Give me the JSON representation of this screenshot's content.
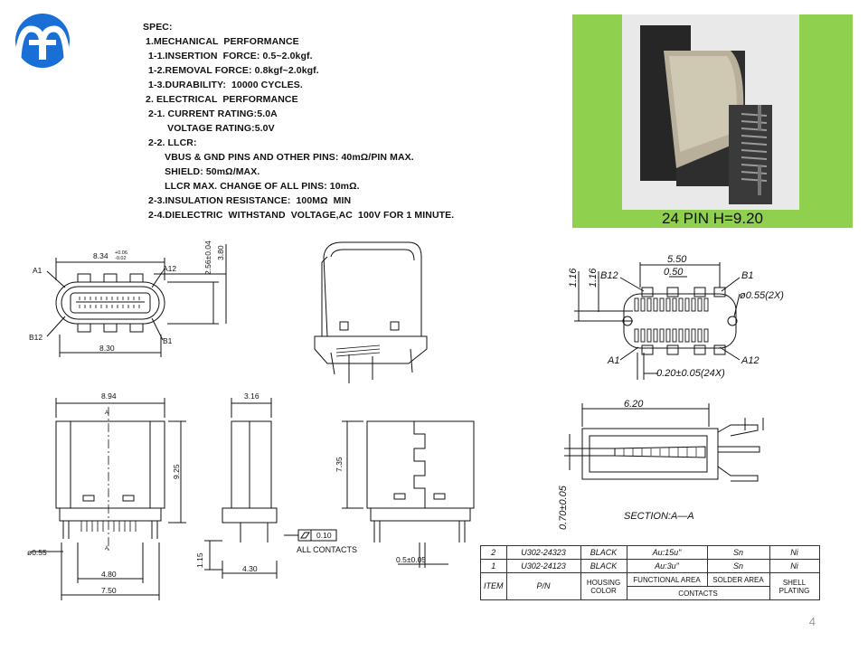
{
  "spec": {
    "lines": [
      "SPEC:",
      " 1.MECHANICAL  PERFORMANCE",
      "  1-1.INSERTION  FORCE: 0.5~2.0kgf.",
      "  1-2.REMOVAL FORCE: 0.8kgf~2.0kgf.",
      "  1-3.DURABILITY:  10000 CYCLES.",
      " 2. ELECTRICAL  PERFORMANCE",
      "  2-1. CURRENT RATING:5.0A",
      "         VOLTAGE RATING:5.0V",
      "  2-2. LLCR:",
      "        VBUS & GND PINS AND OTHER PINS: 40mΩ/PIN MAX.",
      "        SHIELD: 50mΩ/MAX.",
      "        LLCR MAX. CHANGE OF ALL PINS: 10mΩ.",
      "  2-3.INSULATION RESISTANCE:  100MΩ  MIN",
      "  2-4.DIELECTRIC  WITHSTAND  VOLTAGE,AC  100V FOR 1 MINUTE."
    ]
  },
  "photo_caption": "24 PIN H=9.20",
  "front_view": {
    "dim_width_top": "8.34",
    "dim_tol_plus": "+0.06",
    "dim_tol_minus": "-0.02",
    "dim_height_a": "2.56±0.04",
    "dim_height_b": "3.80",
    "dim_width_bottom": "8.30",
    "label_a1": "A1",
    "label_a12": "A12",
    "label_b12": "B12",
    "label_b1": "B1"
  },
  "footprint": {
    "dim_550": "5.50",
    "dim_050": "0.50",
    "dim_116a": "1.16",
    "dim_116b": "1.16",
    "dim_hole": "ø0.55(2X)",
    "dim_pitch": "0.20±0.05(24X)",
    "label_b12": "B12",
    "label_b1": "B1",
    "label_a1": "A1",
    "label_a12": "A12"
  },
  "side_view": {
    "dim_894": "8.94",
    "dim_925": "9.25",
    "dim_pin": "ø0.55",
    "dim_480": "4.80",
    "dim_750": "7.50",
    "section_mark": "A"
  },
  "end_view": {
    "dim_316": "3.16",
    "dim_115": "1.15",
    "dim_430": "4.30",
    "flatness": "0.10",
    "all_contacts": "ALL CONTACTS"
  },
  "back_view": {
    "dim_735": "7.35",
    "dim_05": "0.5±0.05"
  },
  "section": {
    "dim_620": "6.20",
    "dim_070": "0.70±0.05",
    "label": "SECTION:A—A"
  },
  "bom": {
    "rows": [
      {
        "item": "2",
        "pn": "U302-24323",
        "color": "BLACK",
        "functional": "Au:15u\"",
        "solder": "Sn",
        "plating": "Ni"
      },
      {
        "item": "1",
        "pn": "U302-24123",
        "color": "BLACK",
        "functional": "Au:3u\"",
        "solder": "Sn",
        "plating": "Ni"
      }
    ],
    "headers": {
      "item": "ITEM",
      "pn": "P/N",
      "housing1": "HOUSING",
      "housing2": "COLOR",
      "functional": "FUNCTIONAL AREA",
      "solder": "SOLDER AREA",
      "contacts": "CONTACTS",
      "shell1": "SHELL",
      "shell2": "PLATING"
    }
  },
  "page_number": "4",
  "colors": {
    "logo_blue": "#1a6fd6",
    "photo_bg": "#8fd14f"
  }
}
